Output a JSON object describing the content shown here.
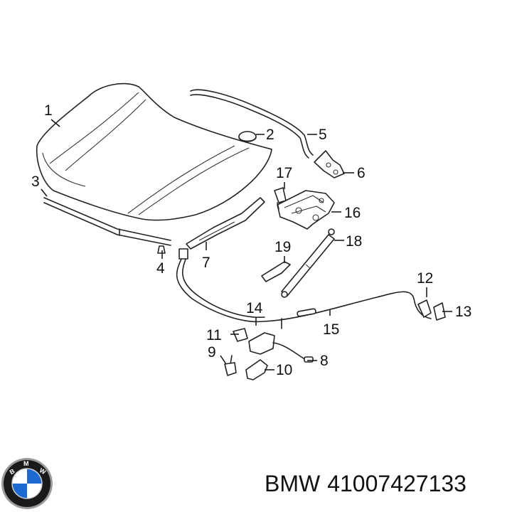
{
  "callouts": [
    {
      "id": "1",
      "label": "1"
    },
    {
      "id": "2",
      "label": "2"
    },
    {
      "id": "3",
      "label": "3"
    },
    {
      "id": "4",
      "label": "4"
    },
    {
      "id": "5",
      "label": "5"
    },
    {
      "id": "6",
      "label": "6"
    },
    {
      "id": "7",
      "label": "7"
    },
    {
      "id": "8",
      "label": "8"
    },
    {
      "id": "9",
      "label": "9"
    },
    {
      "id": "10",
      "label": "10"
    },
    {
      "id": "11",
      "label": "11"
    },
    {
      "id": "12",
      "label": "12"
    },
    {
      "id": "13",
      "label": "13"
    },
    {
      "id": "14",
      "label": "14"
    },
    {
      "id": "15",
      "label": "15"
    },
    {
      "id": "16",
      "label": "16"
    },
    {
      "id": "17",
      "label": "17"
    },
    {
      "id": "18",
      "label": "18"
    },
    {
      "id": "19",
      "label": "19"
    }
  ],
  "footer": {
    "brand": "BMW",
    "part_number": "41007427133"
  },
  "logo": {
    "icon": "bmw-roundel-icon",
    "colors": {
      "ring": "#1a1a1a",
      "blue": "#1c69d4",
      "white": "#ffffff"
    }
  }
}
